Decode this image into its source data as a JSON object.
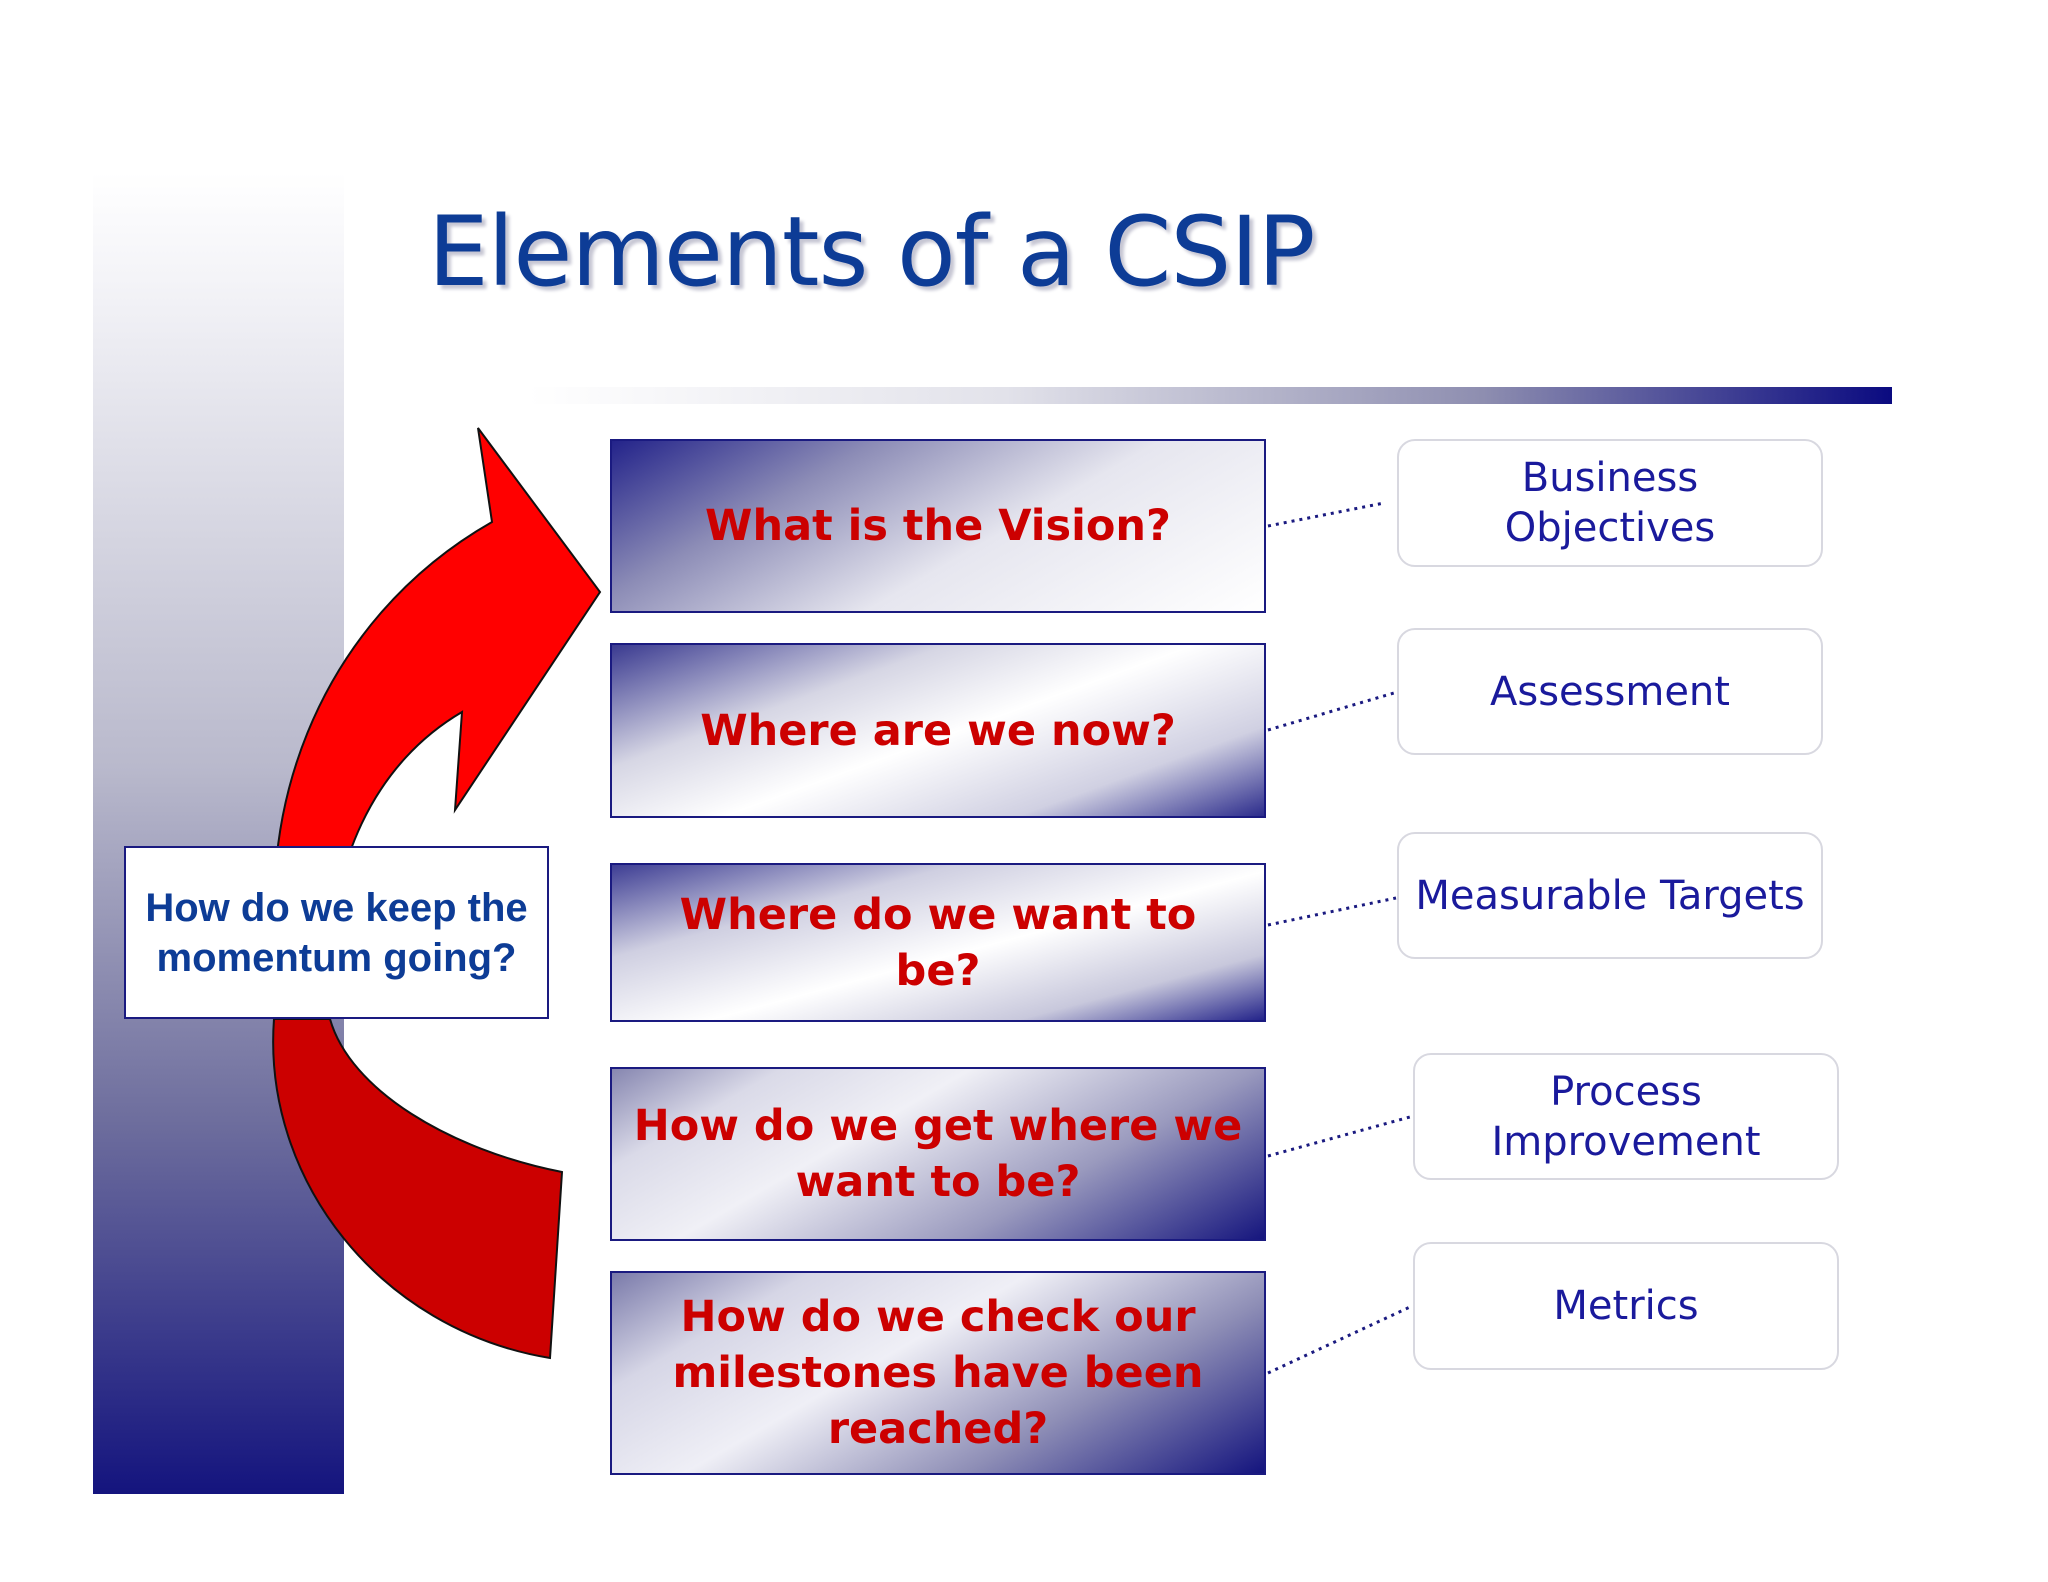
{
  "title": "Elements of a CSIP",
  "loop_label": "How do we keep the momentum going?",
  "steps": [
    {
      "question": "What is the Vision?",
      "outcome": "Business Objectives"
    },
    {
      "question": "Where are we now?",
      "outcome": "Assessment"
    },
    {
      "question": "Where do we want to be?",
      "outcome": "Measurable Targets"
    },
    {
      "question": "How do we get where we want to be?",
      "outcome": "Process Improvement"
    },
    {
      "question": "How do we check our milestones have been reached?",
      "outcome": "Metrics"
    }
  ],
  "colors": {
    "title": "#0d3c96",
    "question_text": "#cc0000",
    "outcome_text": "#1a1a9c",
    "arrow": "#ff0000",
    "arrow_dark": "#cc0000",
    "box_border": "#1a1a80"
  }
}
